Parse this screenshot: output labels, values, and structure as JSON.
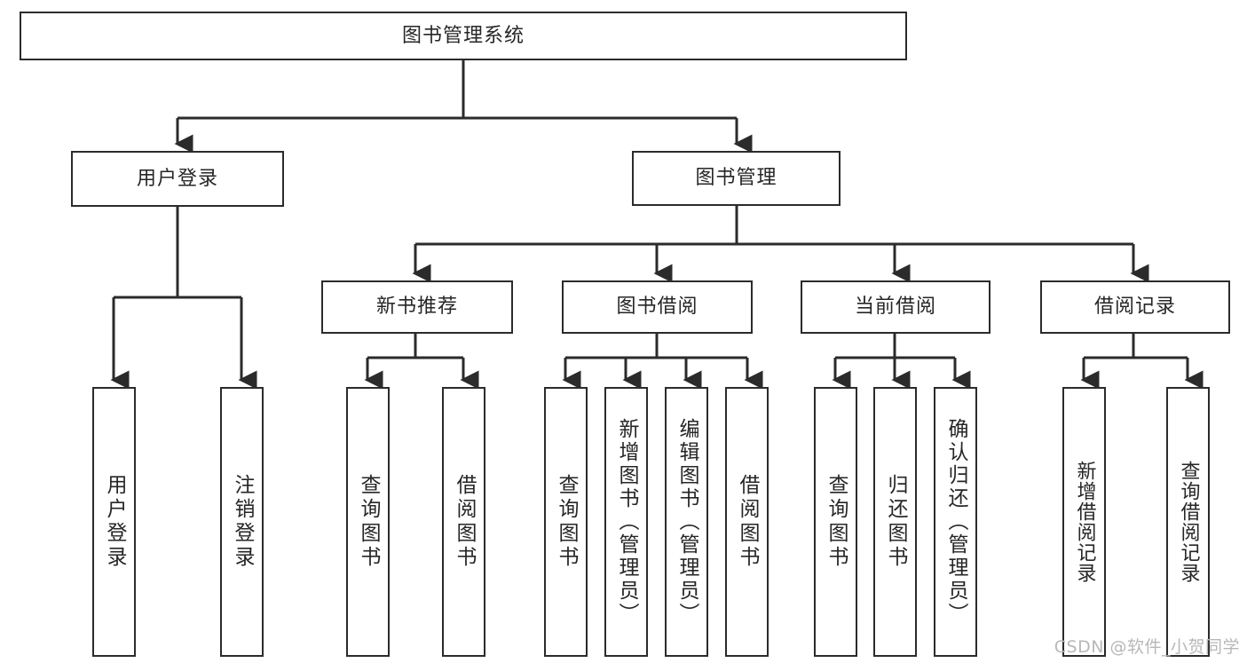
{
  "diagram": {
    "title": "图书管理系统",
    "type": "hierarchy-tree",
    "watermark": "CSDN @软件_小贺同学",
    "colors": {
      "box_border": "#2b2b2b",
      "box_fill": "#ffffff",
      "text": "#262626",
      "connector": "#2b2b2b",
      "watermark": "#b8b8b8"
    },
    "root": {
      "label": "图书管理系统"
    },
    "level2": [
      {
        "label": "用户登录"
      },
      {
        "label": "图书管理"
      }
    ],
    "level3": [
      {
        "label": "新书推荐"
      },
      {
        "label": "图书借阅"
      },
      {
        "label": "当前借阅"
      },
      {
        "label": "借阅记录"
      }
    ],
    "leaves": {
      "user_login": [
        {
          "label": "用户登录"
        },
        {
          "label": "注销登录"
        }
      ],
      "new_books": [
        {
          "label": "查询图书"
        },
        {
          "label": "借阅图书"
        }
      ],
      "borrow_books": [
        {
          "label": "查询图书"
        },
        {
          "label": "新增图书（管理员）"
        },
        {
          "label": "编辑图书（管理员）"
        },
        {
          "label": "借阅图书"
        }
      ],
      "current_borrow": [
        {
          "label": "查询图书"
        },
        {
          "label": "归还图书"
        },
        {
          "label": "确认归还（管理员）"
        }
      ],
      "borrow_records": [
        {
          "label": "新增借阅记录"
        },
        {
          "label": "查询借阅记录"
        }
      ]
    }
  }
}
